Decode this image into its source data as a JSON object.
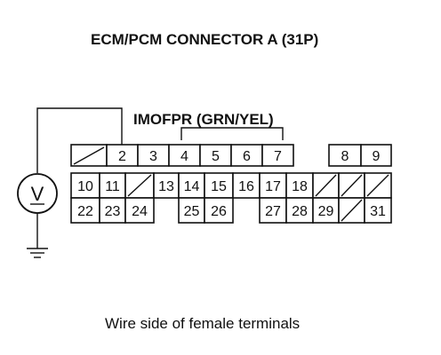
{
  "title": "ECM/PCM CONNECTOR A (31P)",
  "signal_label": "IMOFPR (GRN/YEL)",
  "caption": "Wire side of female terminals",
  "meter_symbol": "V",
  "connector": {
    "rows": [
      [
        "",
        "2",
        "3",
        "4",
        "5",
        "6",
        "7",
        null,
        "8",
        "9"
      ],
      [
        "10",
        "11",
        "",
        "13",
        "14",
        "15",
        "16",
        "17",
        "18",
        "",
        "",
        ""
      ],
      [
        "22",
        "23",
        "24",
        null,
        "25",
        "26",
        null,
        "27",
        "28",
        "29",
        "",
        "31"
      ]
    ]
  }
}
